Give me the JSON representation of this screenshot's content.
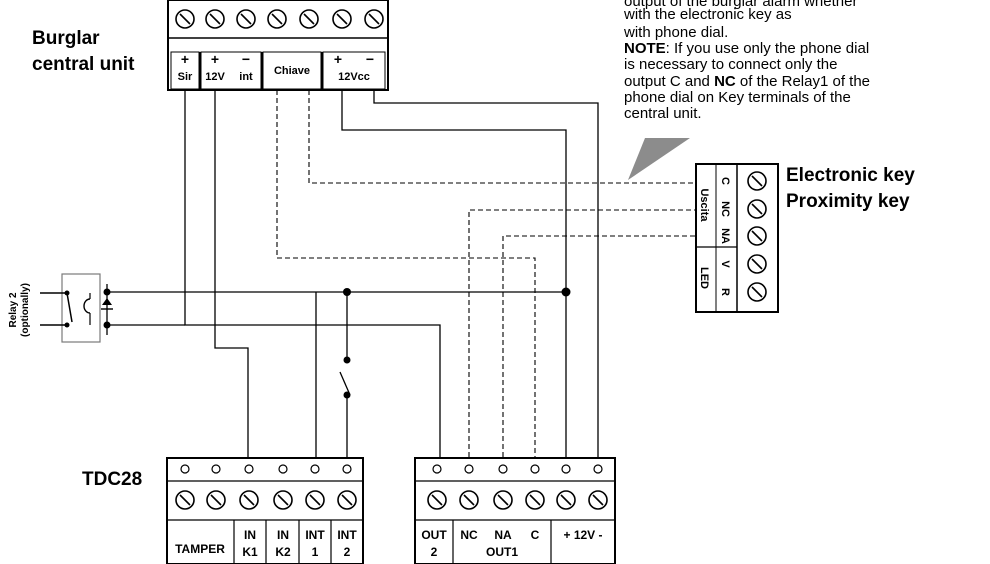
{
  "labels": {
    "burglar_line1": "Burglar",
    "burglar_line2": "central unit",
    "tdc28": "TDC28",
    "ekey_line1": "Electronic key",
    "ekey_line2": "Proximity key",
    "relay_line1": "Relay 2",
    "relay_line2": "(optionally)"
  },
  "note": {
    "line1": "output of the burglar alarm whether",
    "line2": "with the electronic key as",
    "line3": "with phone dial.",
    "line4_bold": "NOTE",
    "line4_rest": ": If you  use only the phone dial",
    "line5": "is necessary to connect only the",
    "line6_pre": "output C and ",
    "line6_bold": "NC",
    "line6_post": " of the Relay1 of the",
    "line7": "phone dial on Key terminals of the",
    "line8": "central unit."
  },
  "central_terminals": {
    "sir_sign": "+",
    "sir": "Sir",
    "v12_sign": "+",
    "v12": "12V",
    "int_sign": "−",
    "int": "int",
    "chiave": "Chiave",
    "vcc_plus": "+",
    "vcc_minus": "−",
    "vcc": "12Vcc"
  },
  "ekey_terminals": {
    "c": "C",
    "nc": "NC",
    "na": "NA",
    "uscita": "Uscita",
    "v": "V",
    "r": "R",
    "led": "LED"
  },
  "tdc_left": {
    "tamper": "TAMPER",
    "ink1_a": "IN",
    "ink1_b": "K1",
    "ink2_a": "IN",
    "ink2_b": "K2",
    "int1_a": "INT",
    "int1_b": "1",
    "int2_a": "INT",
    "int2_b": "2"
  },
  "tdc_right": {
    "out2_a": "OUT",
    "out2_b": "2",
    "nc": "NC",
    "na": "NA",
    "c": "C",
    "out1": "OUT1",
    "v12": "+ 12V -"
  },
  "colors": {
    "line": "#000000",
    "arrow": "#8c8c8c",
    "box_fill": "#ffffff"
  }
}
